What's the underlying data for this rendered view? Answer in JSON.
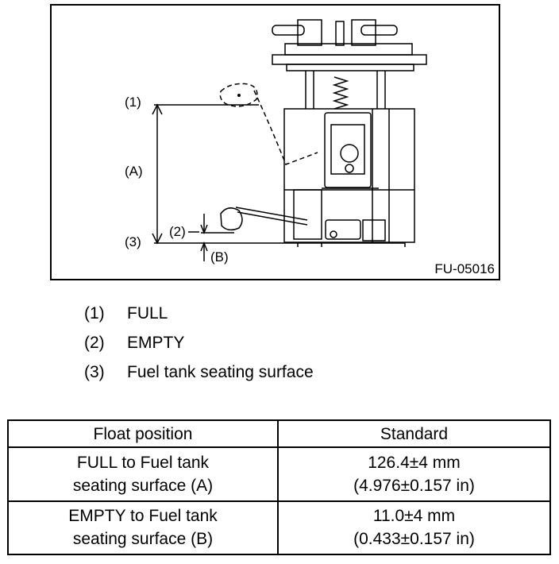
{
  "figure": {
    "code": "FU-05016",
    "callouts": {
      "full": "(1)",
      "empty": "(2)",
      "seating": "(3)",
      "a": "(A)",
      "b": "(B)"
    }
  },
  "legend": [
    {
      "num": "(1)",
      "text": "FULL"
    },
    {
      "num": "(2)",
      "text": "EMPTY"
    },
    {
      "num": "(3)",
      "text": "Fuel tank seating surface"
    }
  ],
  "table": {
    "headers": [
      "Float position",
      "Standard"
    ],
    "rows": [
      {
        "position": [
          "FULL to Fuel tank",
          "seating surface (A)"
        ],
        "standard": [
          "126.4±4 mm",
          "(4.976±0.157 in)"
        ]
      },
      {
        "position": [
          "EMPTY to Fuel tank",
          "seating surface (B)"
        ],
        "standard": [
          "11.0±4 mm",
          "(0.433±0.157 in)"
        ]
      }
    ]
  }
}
